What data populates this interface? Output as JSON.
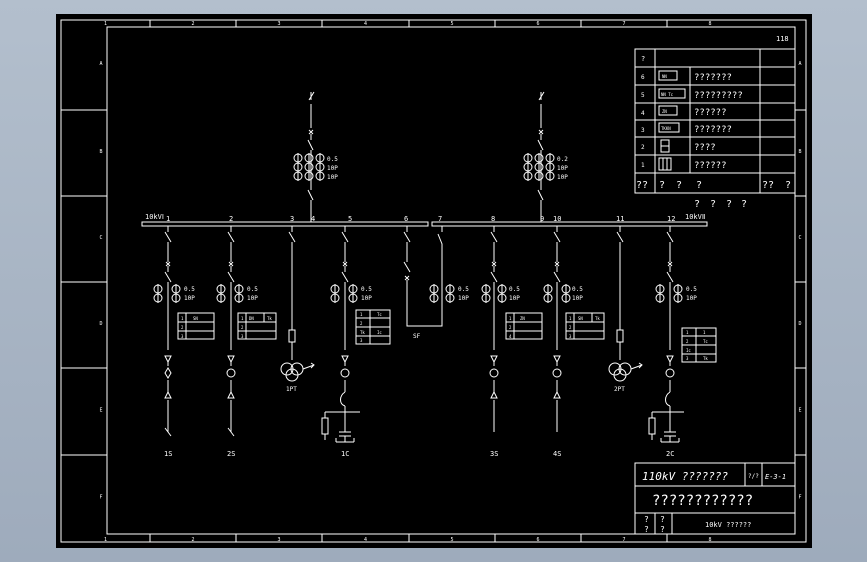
{
  "sheet_number": "118",
  "border_cols": [
    "1",
    "2",
    "3",
    "4",
    "5",
    "6",
    "7",
    "8"
  ],
  "border_rows": [
    "A",
    "B",
    "C",
    "D",
    "E",
    "F"
  ],
  "busbar": {
    "left_label": "10kVⅠ",
    "right_label": "10kVⅡ"
  },
  "incomer_labels": {
    "left": [
      "0.5",
      "10P",
      "10P"
    ],
    "right": [
      "0.2",
      "10P",
      "10P"
    ]
  },
  "positions": [
    "1",
    "2",
    "3",
    "4",
    "5",
    "6",
    "7",
    "8",
    "9",
    "10",
    "11",
    "12"
  ],
  "feeder_ratings": [
    "0.5",
    "10P"
  ],
  "feeder_names": {
    "f1": "1S",
    "f2": "2S",
    "pt1": "1PT",
    "cap1": "1C",
    "tie": "SF",
    "f8": "3S",
    "f10": "4S",
    "pt2": "2PT",
    "cap2": "2C"
  },
  "small_table_left": [
    "1",
    "SN",
    "2",
    "3",
    "4",
    "DN",
    "ZN"
  ],
  "small_table_right": [
    "Tk",
    "Tc",
    "Ic",
    "Ic"
  ],
  "legend": {
    "header": "?",
    "rows": [
      {
        "num": "6",
        "sym": "NN",
        "text": "???????"
      },
      {
        "num": "5",
        "sym": "NN Tc",
        "text": "?????????"
      },
      {
        "num": "4",
        "sym": "ZN",
        "text": "??????"
      },
      {
        "num": "3",
        "sym": "TKKN",
        "text": "???????"
      },
      {
        "num": "2",
        "sym": "",
        "text": "????"
      },
      {
        "num": "1",
        "sym": "",
        "text": "??????"
      }
    ],
    "footer": [
      "??",
      "?",
      "?",
      "?",
      "??",
      "?"
    ],
    "below": [
      "?",
      "?",
      "?",
      "?"
    ]
  },
  "title_block": {
    "project": "110kV ???????",
    "frac": "?/?",
    "code": "E-3-1",
    "drawing_title": "????????????",
    "left_marks": [
      "?",
      "?",
      "?",
      "?"
    ],
    "subtitle": "10kV ??????"
  },
  "colors": {
    "background": "#000000",
    "lines": "#ffffff",
    "desktop": "#a7b3c3"
  }
}
